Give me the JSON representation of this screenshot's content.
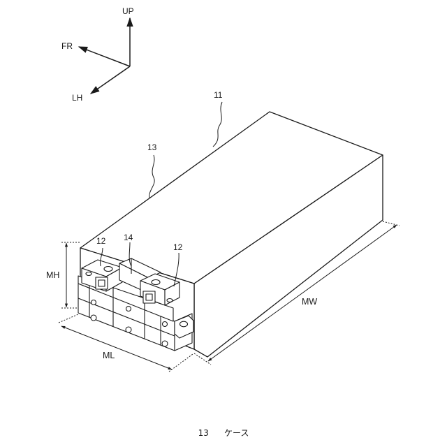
{
  "axes": {
    "up": "UP",
    "front": "FR",
    "left": "LH"
  },
  "references": {
    "battery_pack": "11",
    "module_a": "12",
    "module_b": "12",
    "case": "13",
    "bus_bar": "14"
  },
  "dimensions": {
    "height": "MH",
    "length": "ML",
    "width": "MW"
  },
  "caption": {
    "number": "13",
    "label": "ケース"
  }
}
